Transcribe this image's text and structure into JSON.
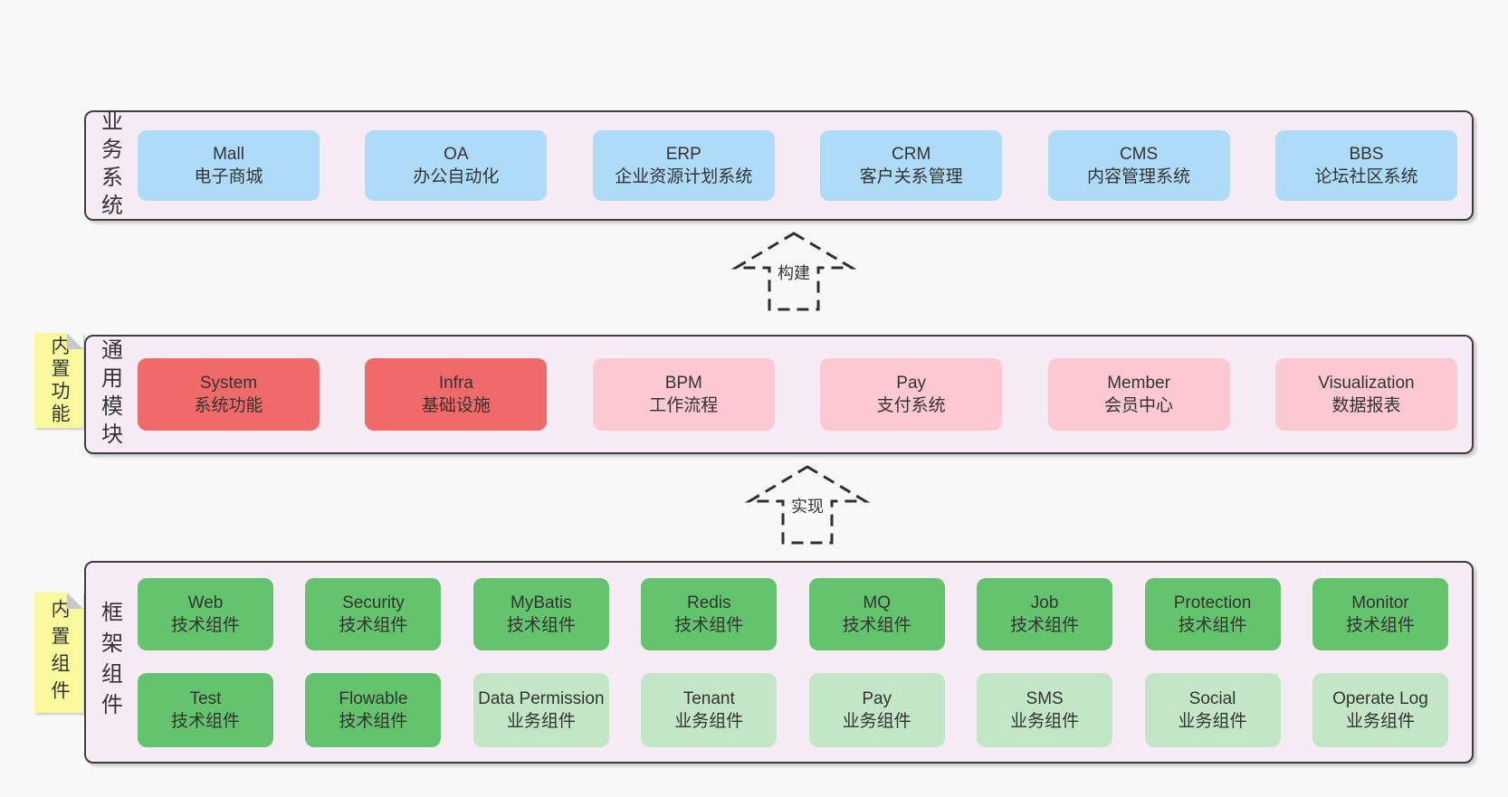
{
  "colors": {
    "page_background": "#f8f8f8",
    "band_background": "#f7ecf6",
    "band_border": "#3d3d3d",
    "business_box": "#aedcf8",
    "core_module_box": "#f06a6a",
    "optional_module_box": "#fcc8d2",
    "tech_component_box": "#64c46e",
    "biz_component_box": "#c3e7c6",
    "sticky_note": "#fafa9c",
    "text": "#333333"
  },
  "business_band": {
    "label": "业务系统",
    "boxes": [
      {
        "en": "Mall",
        "zh": "电子商城",
        "variant": "blue"
      },
      {
        "en": "OA",
        "zh": "办公自动化",
        "variant": "blue"
      },
      {
        "en": "ERP",
        "zh": "企业资源计划系统",
        "variant": "blue"
      },
      {
        "en": "CRM",
        "zh": "客户关系管理",
        "variant": "blue"
      },
      {
        "en": "CMS",
        "zh": "内容管理系统",
        "variant": "blue"
      },
      {
        "en": "BBS",
        "zh": "论坛社区系统",
        "variant": "blue"
      }
    ]
  },
  "arrow_build": {
    "label": "构建"
  },
  "module_band": {
    "label": "通用模块",
    "sticky": "内置功能",
    "boxes": [
      {
        "en": "System",
        "zh": "系统功能",
        "variant": "red"
      },
      {
        "en": "Infra",
        "zh": "基础设施",
        "variant": "red"
      },
      {
        "en": "BPM",
        "zh": "工作流程",
        "variant": "pink"
      },
      {
        "en": "Pay",
        "zh": "支付系统",
        "variant": "pink"
      },
      {
        "en": "Member",
        "zh": "会员中心",
        "variant": "pink"
      },
      {
        "en": "Visualization",
        "zh": "数据报表",
        "variant": "pink"
      }
    ]
  },
  "arrow_implement": {
    "label": "实现"
  },
  "component_band": {
    "label": "框架组件",
    "sticky": "内置组件",
    "row1": [
      {
        "en": "Web",
        "zh": "技术组件",
        "variant": "green"
      },
      {
        "en": "Security",
        "zh": "技术组件",
        "variant": "green"
      },
      {
        "en": "MyBatis",
        "zh": "技术组件",
        "variant": "green"
      },
      {
        "en": "Redis",
        "zh": "技术组件",
        "variant": "green"
      },
      {
        "en": "MQ",
        "zh": "技术组件",
        "variant": "green"
      },
      {
        "en": "Job",
        "zh": "技术组件",
        "variant": "green"
      },
      {
        "en": "Protection",
        "zh": "技术组件",
        "variant": "green"
      },
      {
        "en": "Monitor",
        "zh": "技术组件",
        "variant": "green"
      }
    ],
    "row2": [
      {
        "en": "Test",
        "zh": "技术组件",
        "variant": "green"
      },
      {
        "en": "Flowable",
        "zh": "技术组件",
        "variant": "green"
      },
      {
        "en": "Data Permission",
        "zh": "业务组件",
        "variant": "light"
      },
      {
        "en": "Tenant",
        "zh": "业务组件",
        "variant": "light"
      },
      {
        "en": "Pay",
        "zh": "业务组件",
        "variant": "light"
      },
      {
        "en": "SMS",
        "zh": "业务组件",
        "variant": "light"
      },
      {
        "en": "Social",
        "zh": "业务组件",
        "variant": "light"
      },
      {
        "en": "Operate Log",
        "zh": "业务组件",
        "variant": "light"
      }
    ]
  }
}
